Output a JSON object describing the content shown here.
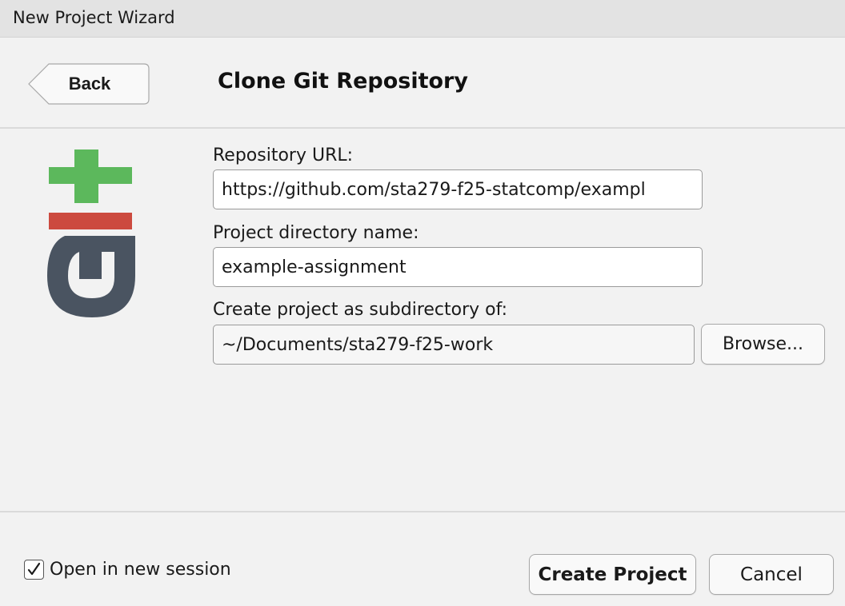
{
  "window": {
    "title": "New Project Wizard"
  },
  "header": {
    "back_label": "Back",
    "title": "Clone Git Repository"
  },
  "logo": {
    "icon": "git-logo-icon",
    "colors": {
      "plus": "#5cb85c",
      "minus": "#cc4a3f",
      "letter": "#4a5461"
    }
  },
  "form": {
    "repo_url": {
      "label": "Repository URL:",
      "value": "https://github.com/sta279-f25-statcomp/exampl"
    },
    "directory_name": {
      "label": "Project directory name:",
      "value": "example-assignment"
    },
    "parent_dir": {
      "label": "Create project as subdirectory of:",
      "value": "~/Documents/sta279-f25-work",
      "browse_label": "Browse..."
    }
  },
  "footer": {
    "open_new_session": {
      "label": "Open in new session",
      "checked": true
    },
    "create_label": "Create Project",
    "cancel_label": "Cancel"
  }
}
